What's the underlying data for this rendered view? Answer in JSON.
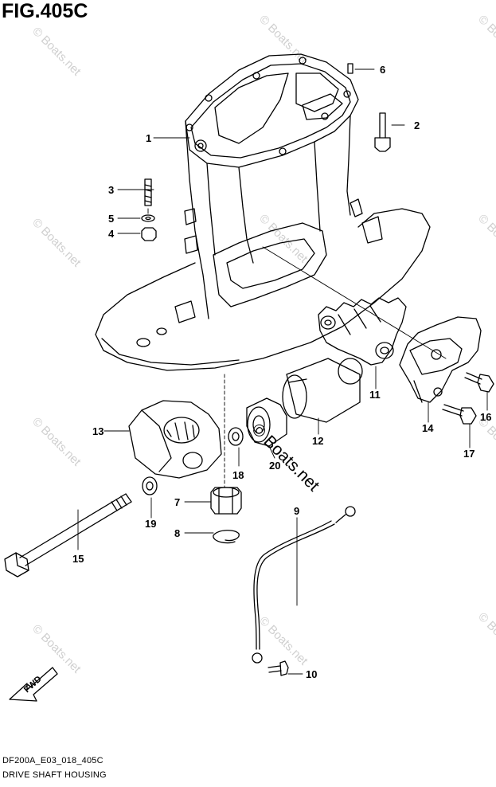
{
  "figure_title": "FIG.405C",
  "footer": {
    "code": "DF200A_E03_018_405C",
    "name": "DRIVE SHAFT HOUSING"
  },
  "watermark": "© Boats.net",
  "fwd_label": "FWD",
  "callouts": [
    "1",
    "2",
    "3",
    "4",
    "5",
    "6",
    "7",
    "8",
    "9",
    "10",
    "11",
    "12",
    "13",
    "14",
    "15",
    "16",
    "17",
    "18",
    "19",
    "20"
  ]
}
